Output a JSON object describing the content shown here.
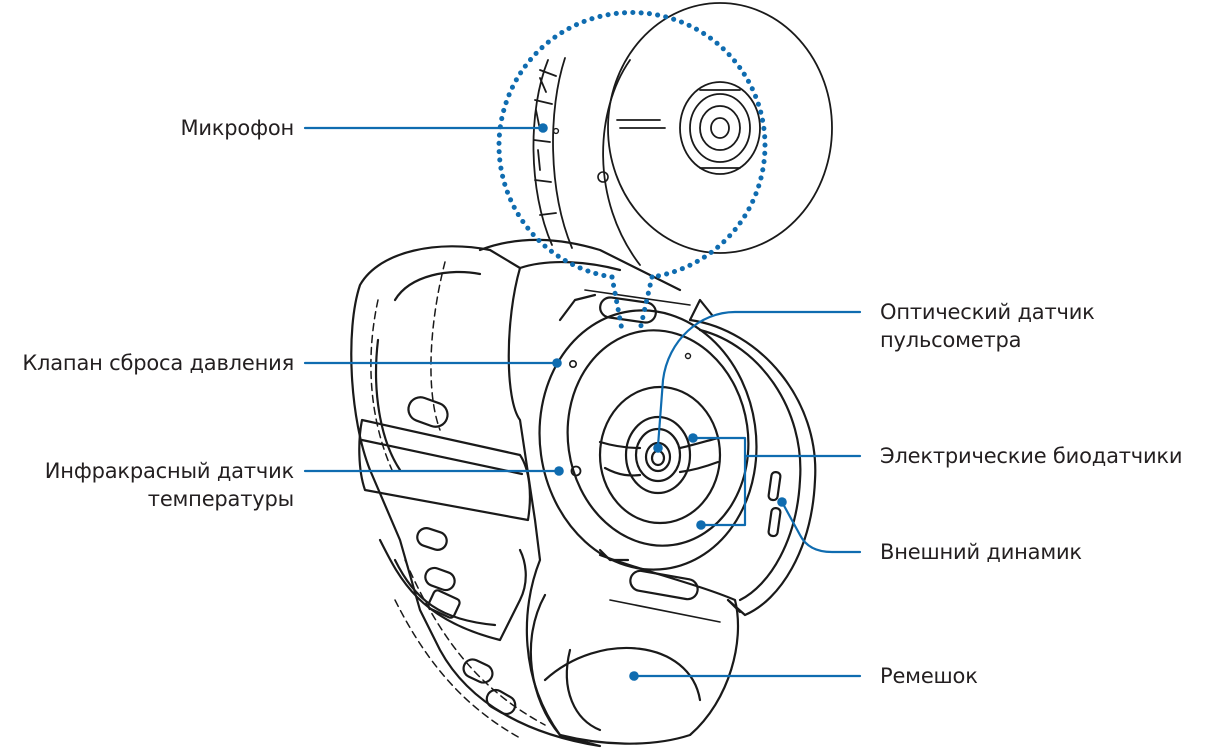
{
  "diagram": {
    "colors": {
      "line": "#0f6cb0",
      "outline": "#1a1a1a",
      "text": "#231f20",
      "background": "#ffffff"
    },
    "labels": {
      "microphone": "Микрофон",
      "pressure_valve": "Клапан сброса давления",
      "ir_temp_line1": "Инфракрасный датчик",
      "ir_temp_line2": "температуры",
      "optical_hr_line1": "Оптический датчик",
      "optical_hr_line2": "пульсометра",
      "bio_sensors": "Электрические биодатчики",
      "speaker": "Внешний динамик",
      "strap": "Ремешок"
    }
  }
}
